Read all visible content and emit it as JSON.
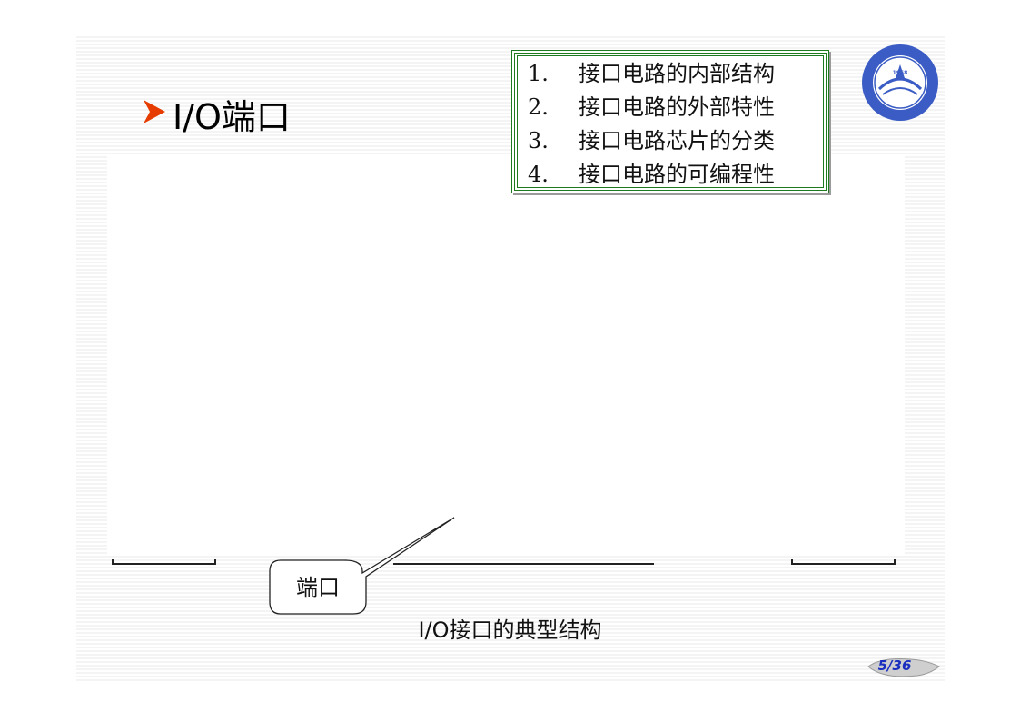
{
  "slide": {
    "title": "I/O端口",
    "title_bullet_color": "#e63c00",
    "topics": [
      {
        "num": "1.",
        "text": "接口电路的内部结构"
      },
      {
        "num": "2.",
        "text": "接口电路的外部特性"
      },
      {
        "num": "3.",
        "text": "接口电路芯片的分类"
      },
      {
        "num": "4.",
        "text": "接口电路的可编程性"
      }
    ],
    "topic_box_color": "#1e7a1e",
    "callout_label": "端口",
    "caption": "I/O接口的典型结构",
    "page_number": "5/36",
    "logo": {
      "icon": "university-emblem-icon",
      "year": "1958",
      "color": "#3a5cc4"
    }
  }
}
